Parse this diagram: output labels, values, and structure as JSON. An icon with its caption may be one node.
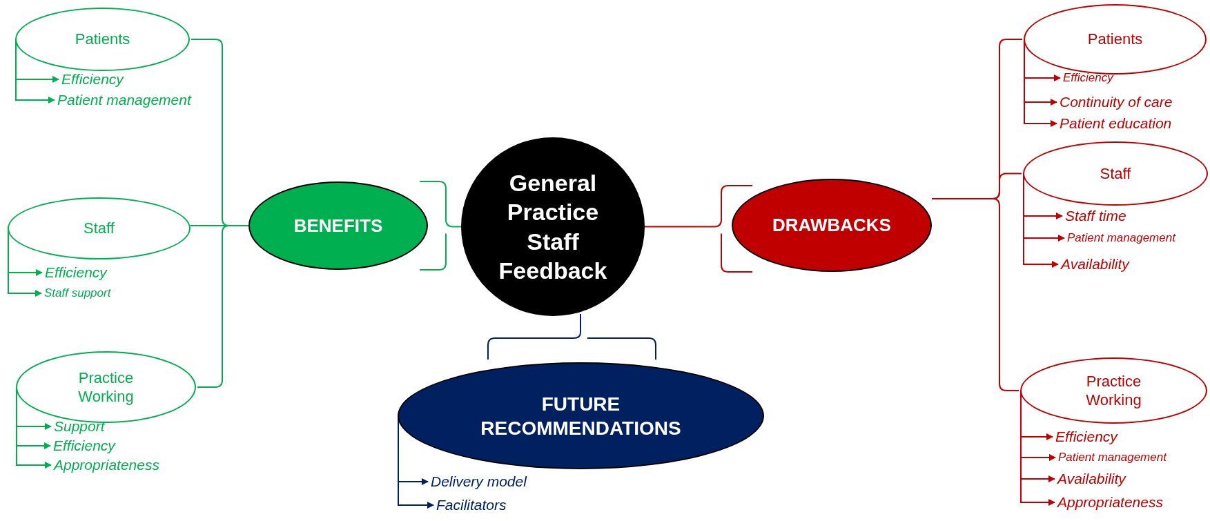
{
  "diagram": {
    "nodes": [
      {
        "text": [
          "General Practice Staff Feedback"
        ]
      },
      {
        "text": [
          "BENEFITS"
        ]
      },
      {
        "text": [
          "DRAWBACKS"
        ]
      },
      {
        "text": [
          "FUTURE RECOMMENDATIONS"
        ]
      },
      {
        "text": [
          "Patients"
        ]
      },
      {
        "text": [
          "Efficiency"
        ]
      },
      {
        "text": [
          "Patient management"
        ]
      },
      {
        "text": [
          "Staff"
        ]
      },
      {
        "text": [
          "Efficiency"
        ]
      },
      {
        "text": [
          "Staff support"
        ]
      },
      {
        "text": [
          "Practice Working"
        ]
      },
      {
        "text": [
          "Support"
        ]
      },
      {
        "text": [
          "Efficiency"
        ]
      },
      {
        "text": [
          "Appropriateness"
        ]
      },
      {
        "text": [
          "Patients"
        ]
      },
      {
        "text": [
          "Efficiency"
        ]
      },
      {
        "text": [
          "Continuity of care"
        ]
      },
      {
        "text": [
          "Patient education"
        ]
      },
      {
        "text": [
          "Staff"
        ]
      },
      {
        "text": [
          "Staff time"
        ]
      },
      {
        "text": [
          "Patient management"
        ]
      },
      {
        "text": [
          "Availability"
        ]
      },
      {
        "text": [
          "Practice Working"
        ]
      },
      {
        "text": [
          "Efficiency"
        ]
      },
      {
        "text": [
          "Patient management"
        ]
      },
      {
        "text": [
          "Availability"
        ]
      },
      {
        "text": [
          "Appropriateness"
        ]
      },
      {
        "text": [
          "Delivery model"
        ]
      },
      {
        "text": [
          "Facilitators"
        ]
      }
    ],
    "edges": [
      {
        "from": 0,
        "to": 1,
        "arrow": "none",
        "color": "#00b050"
      },
      {
        "from": 1,
        "to": 4,
        "arrow": "none",
        "color": "#00b050"
      },
      {
        "from": 1,
        "to": 7,
        "arrow": "none",
        "color": "#00b050"
      },
      {
        "from": 1,
        "to": 10,
        "arrow": "none",
        "color": "#00b050"
      },
      {
        "from": 4,
        "to": 5,
        "arrow": "to",
        "color": "#00b050"
      },
      {
        "from": 4,
        "to": 6,
        "arrow": "to",
        "color": "#00b050"
      },
      {
        "from": 7,
        "to": 8,
        "arrow": "to",
        "color": "#00b050"
      },
      {
        "from": 7,
        "to": 9,
        "arrow": "to",
        "color": "#00b050"
      },
      {
        "from": 10,
        "to": 11,
        "arrow": "to",
        "color": "#00b050"
      },
      {
        "from": 10,
        "to": 12,
        "arrow": "to",
        "color": "#00b050"
      },
      {
        "from": 10,
        "to": 13,
        "arrow": "to",
        "color": "#00b050"
      },
      {
        "from": 0,
        "to": 2,
        "arrow": "none",
        "color": "#c00000"
      },
      {
        "from": 2,
        "to": 14,
        "arrow": "none",
        "color": "#c00000"
      },
      {
        "from": 2,
        "to": 18,
        "arrow": "none",
        "color": "#c00000"
      },
      {
        "from": 2,
        "to": 22,
        "arrow": "none",
        "color": "#c00000"
      },
      {
        "from": 14,
        "to": 15,
        "arrow": "to",
        "color": "#c00000"
      },
      {
        "from": 14,
        "to": 16,
        "arrow": "to",
        "color": "#c00000"
      },
      {
        "from": 14,
        "to": 17,
        "arrow": "to",
        "color": "#c00000"
      },
      {
        "from": 18,
        "to": 19,
        "arrow": "to",
        "color": "#c00000"
      },
      {
        "from": 18,
        "to": 20,
        "arrow": "to",
        "color": "#c00000"
      },
      {
        "from": 18,
        "to": 21,
        "arrow": "to",
        "color": "#c00000"
      },
      {
        "from": 22,
        "to": 23,
        "arrow": "to",
        "color": "#c00000"
      },
      {
        "from": 22,
        "to": 24,
        "arrow": "to",
        "color": "#c00000"
      },
      {
        "from": 22,
        "to": 25,
        "arrow": "to",
        "color": "#c00000"
      },
      {
        "from": 22,
        "to": 26,
        "arrow": "to",
        "color": "#c00000"
      },
      {
        "from": 0,
        "to": 3,
        "arrow": "none",
        "color": "#002060"
      },
      {
        "from": 3,
        "to": 27,
        "arrow": "to",
        "color": "#002060"
      },
      {
        "from": 3,
        "to": 28,
        "arrow": "to",
        "color": "#002060"
      }
    ]
  }
}
